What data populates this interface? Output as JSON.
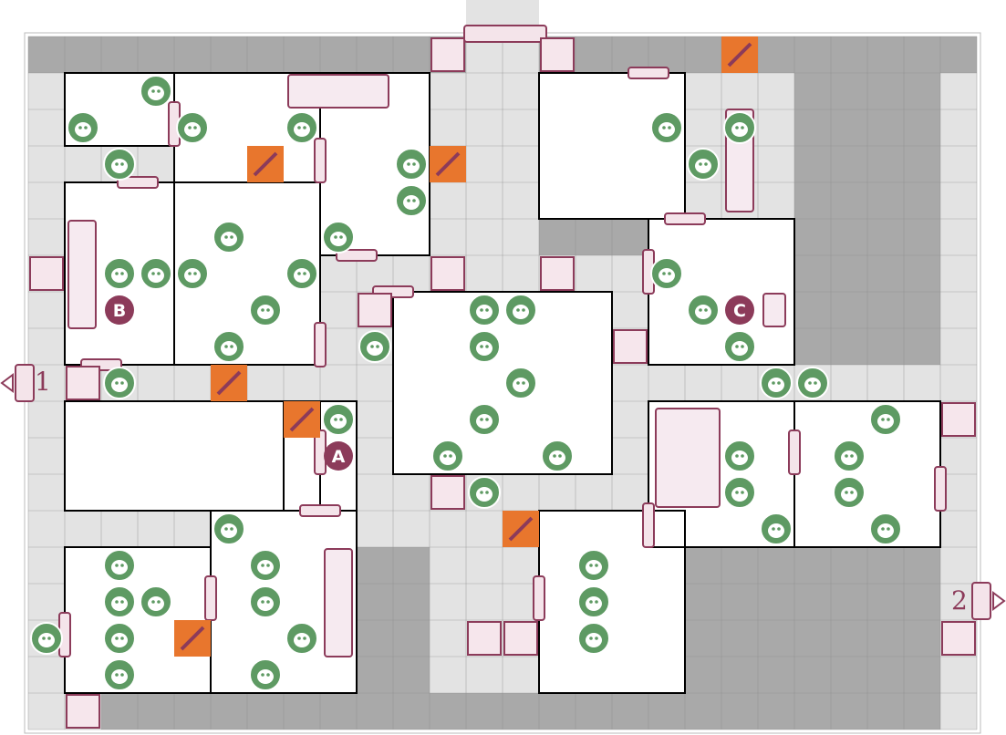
{
  "colors": {
    "wall_fill": "#a9a9a9",
    "corridor": "#e3e3e3",
    "room_floor": "#ffffff",
    "grid_line": "#8e8e8e",
    "room_border": "#000000",
    "door": "#8c3b5a",
    "monster": "#5e9a63",
    "trap": "#e8762d",
    "marker": "#8c3b5a"
  },
  "entries": [
    {
      "label": "1",
      "side": "left"
    },
    {
      "label": "2",
      "side": "right"
    }
  ],
  "markers": [
    {
      "label": "A",
      "col": 8.5,
      "row": 11.5
    },
    {
      "label": "B",
      "col": 2.5,
      "row": 7.5
    },
    {
      "label": "C",
      "col": 19.5,
      "row": 7.5
    }
  ],
  "rooms": [
    [
      1,
      1,
      4,
      3
    ],
    [
      4,
      1,
      8,
      4
    ],
    [
      8,
      1,
      11,
      6
    ],
    [
      1,
      4,
      4,
      9
    ],
    [
      4,
      4,
      8,
      9
    ],
    [
      10,
      7,
      16,
      12
    ],
    [
      14,
      1,
      18,
      5
    ],
    [
      17,
      5,
      21,
      9
    ],
    [
      1,
      10,
      8,
      13
    ],
    [
      7,
      10,
      9,
      13
    ],
    [
      1,
      14,
      5,
      18
    ],
    [
      5,
      13,
      9,
      18
    ],
    [
      17,
      10,
      21,
      14
    ],
    [
      21,
      10,
      25,
      14
    ],
    [
      14,
      13,
      18,
      18
    ]
  ],
  "walls": [
    [
      0,
      0,
      1,
      19
    ],
    [
      1,
      0,
      11,
      1
    ],
    [
      11,
      0,
      13,
      1
    ],
    [
      13,
      0,
      26,
      1
    ],
    [
      14,
      1,
      17,
      6
    ],
    [
      21,
      1,
      25,
      5
    ],
    [
      21,
      5,
      25,
      9
    ],
    [
      1,
      10,
      4,
      13
    ],
    [
      4,
      10,
      6,
      13
    ],
    [
      9,
      13,
      12,
      18
    ],
    [
      17,
      14,
      21,
      18
    ],
    [
      21,
      14,
      25,
      18
    ],
    [
      2,
      18,
      25,
      19
    ]
  ],
  "corridors": [
    [
      12,
      0,
      14,
      8
    ],
    [
      0,
      9,
      17,
      10
    ],
    [
      17,
      9,
      26,
      10
    ],
    [
      11,
      12,
      13,
      18
    ],
    [
      25,
      1,
      26,
      19
    ],
    [
      9,
      9,
      11,
      14
    ],
    [
      13,
      12,
      18,
      13
    ],
    [
      0,
      1,
      1,
      19
    ]
  ],
  "monsters": [
    [
      3,
      1
    ],
    [
      1,
      2
    ],
    [
      4,
      2
    ],
    [
      2,
      3
    ],
    [
      7,
      2
    ],
    [
      10,
      3
    ],
    [
      10,
      4
    ],
    [
      5,
      5
    ],
    [
      8,
      5
    ],
    [
      7,
      6
    ],
    [
      6,
      7
    ],
    [
      5,
      8
    ],
    [
      2,
      6
    ],
    [
      3,
      6
    ],
    [
      4,
      6
    ],
    [
      9,
      8
    ],
    [
      2,
      9
    ],
    [
      12,
      7
    ],
    [
      13,
      7
    ],
    [
      12,
      8
    ],
    [
      13,
      9
    ],
    [
      12,
      10
    ],
    [
      11,
      11
    ],
    [
      14,
      11
    ],
    [
      12,
      12
    ],
    [
      17,
      2
    ],
    [
      19,
      2
    ],
    [
      18,
      3
    ],
    [
      17,
      6
    ],
    [
      18,
      7
    ],
    [
      19,
      8
    ],
    [
      20,
      9
    ],
    [
      21,
      9
    ],
    [
      8,
      10
    ],
    [
      5,
      13
    ],
    [
      6,
      14
    ],
    [
      6,
      15
    ],
    [
      7,
      16
    ],
    [
      6,
      17
    ],
    [
      2,
      14
    ],
    [
      2,
      15
    ],
    [
      3,
      15
    ],
    [
      2,
      16
    ],
    [
      0,
      16
    ],
    [
      2,
      17
    ],
    [
      15,
      14
    ],
    [
      15,
      15
    ],
    [
      15,
      16
    ],
    [
      19,
      11
    ],
    [
      19,
      12
    ],
    [
      20,
      13
    ],
    [
      22,
      11
    ],
    [
      22,
      12
    ],
    [
      23,
      13
    ],
    [
      23,
      10
    ]
  ],
  "traps": [
    [
      6,
      3
    ],
    [
      11,
      3
    ],
    [
      5,
      9
    ],
    [
      7,
      10
    ],
    [
      19,
      0
    ],
    [
      4,
      16
    ],
    [
      13,
      13
    ]
  ]
}
